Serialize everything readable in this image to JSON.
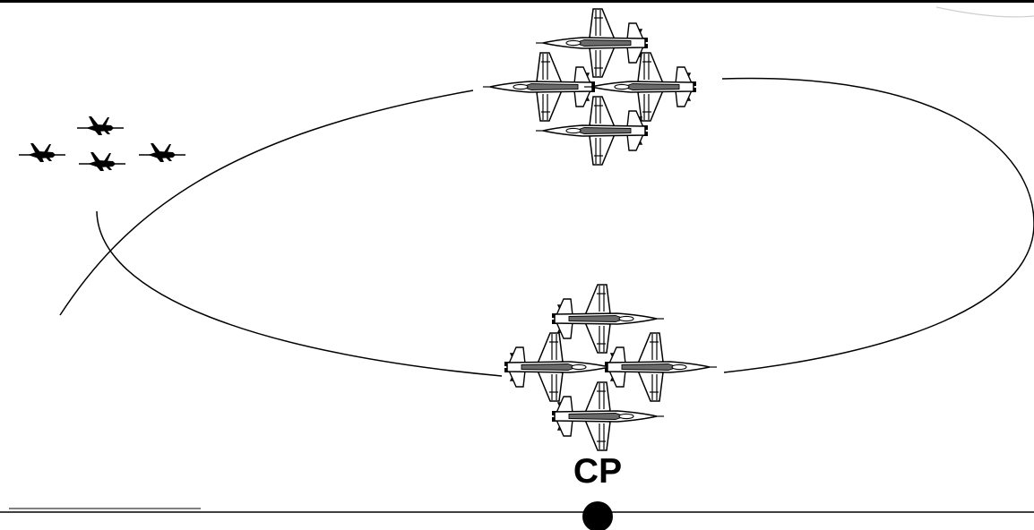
{
  "checkpoint": {
    "label": "CP"
  },
  "colors": {
    "line": "#000000",
    "aircraft_fill": "#ffffff",
    "aircraft_dark": "#000000",
    "aircraft_shade": "#6a6a6a",
    "background": "#ffffff"
  },
  "formations": [
    {
      "name": "top-diamond-formation",
      "aircraft_count": 4,
      "heading": "left"
    },
    {
      "name": "bottom-diamond-formation",
      "aircraft_count": 4,
      "heading": "right"
    },
    {
      "name": "small-jet-formation",
      "aircraft_count": 4,
      "heading": "left"
    }
  ]
}
